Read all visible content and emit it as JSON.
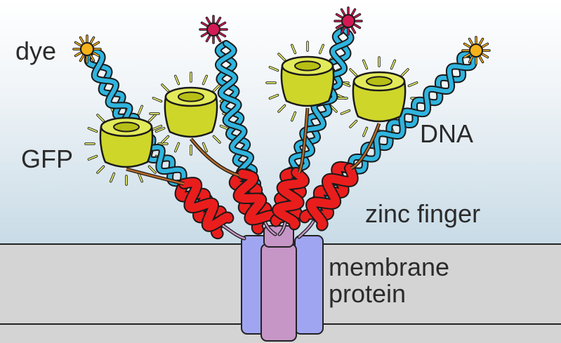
{
  "labels": {
    "dye": "dye",
    "gfp": "GFP",
    "dna": "DNA",
    "zinc_finger": "zinc finger",
    "membrane_protein": [
      "membrane",
      "protein"
    ]
  },
  "colors": {
    "sky_top": "#ffffff",
    "sky_bottom": "#c9dde7",
    "membrane": "#d4d4d4",
    "dna_strand": "#2fb4de",
    "zinc_finger": "#ea1d1d",
    "gfp_body": "#cfd62a",
    "gfp_glow": "#e8f06a",
    "dye_yellow": "#f6b21a",
    "dye_magenta": "#d21a55",
    "protein_blue": "#a0a5f2",
    "protein_pink": "#c696c6"
  }
}
